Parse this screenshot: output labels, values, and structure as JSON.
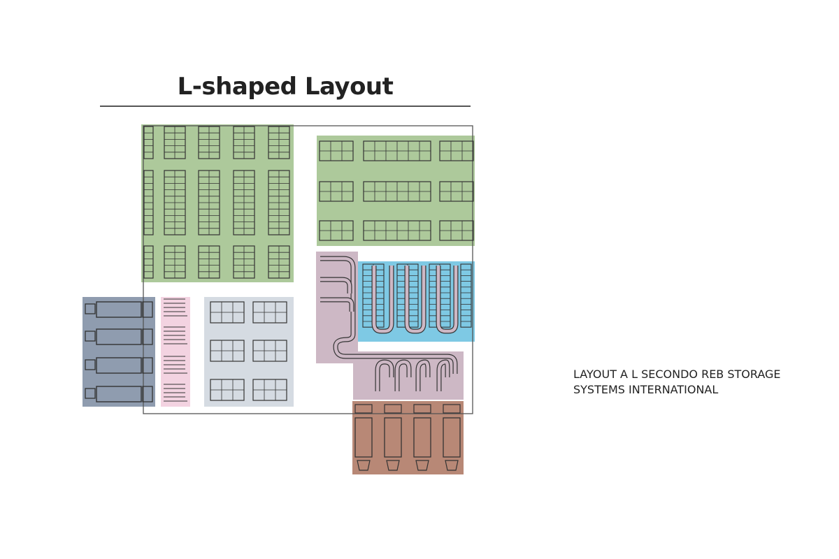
{
  "title": "L-shaped Layout",
  "caption": {
    "line1": "LAYOUT A L SECONDO REB STORAGE",
    "line2": "SYSTEMS INTERNATIONAL"
  },
  "colors": {
    "green_zone": "#adc99b",
    "blue_zone": "#7ec9e4",
    "mauve_zone": "#cdb8c5",
    "slate_zone": "#8f9caf",
    "pink_zone": "#f3d3e1",
    "light_grey_zone": "#d5dbe2",
    "brown_zone": "#b88876",
    "line": "#333333"
  },
  "zones": [
    {
      "id": "storage-racks-upper-left",
      "color": "green_zone"
    },
    {
      "id": "storage-racks-upper-right",
      "color": "green_zone"
    },
    {
      "id": "automated-storage-blue",
      "color": "blue_zone"
    },
    {
      "id": "conveyor-area",
      "color": "mauve_zone"
    },
    {
      "id": "receiving-docks",
      "color": "slate_zone"
    },
    {
      "id": "staging-lanes",
      "color": "pink_zone"
    },
    {
      "id": "pallet-storage-grey",
      "color": "light_grey_zone"
    },
    {
      "id": "shipping-docks",
      "color": "brown_zone"
    }
  ]
}
